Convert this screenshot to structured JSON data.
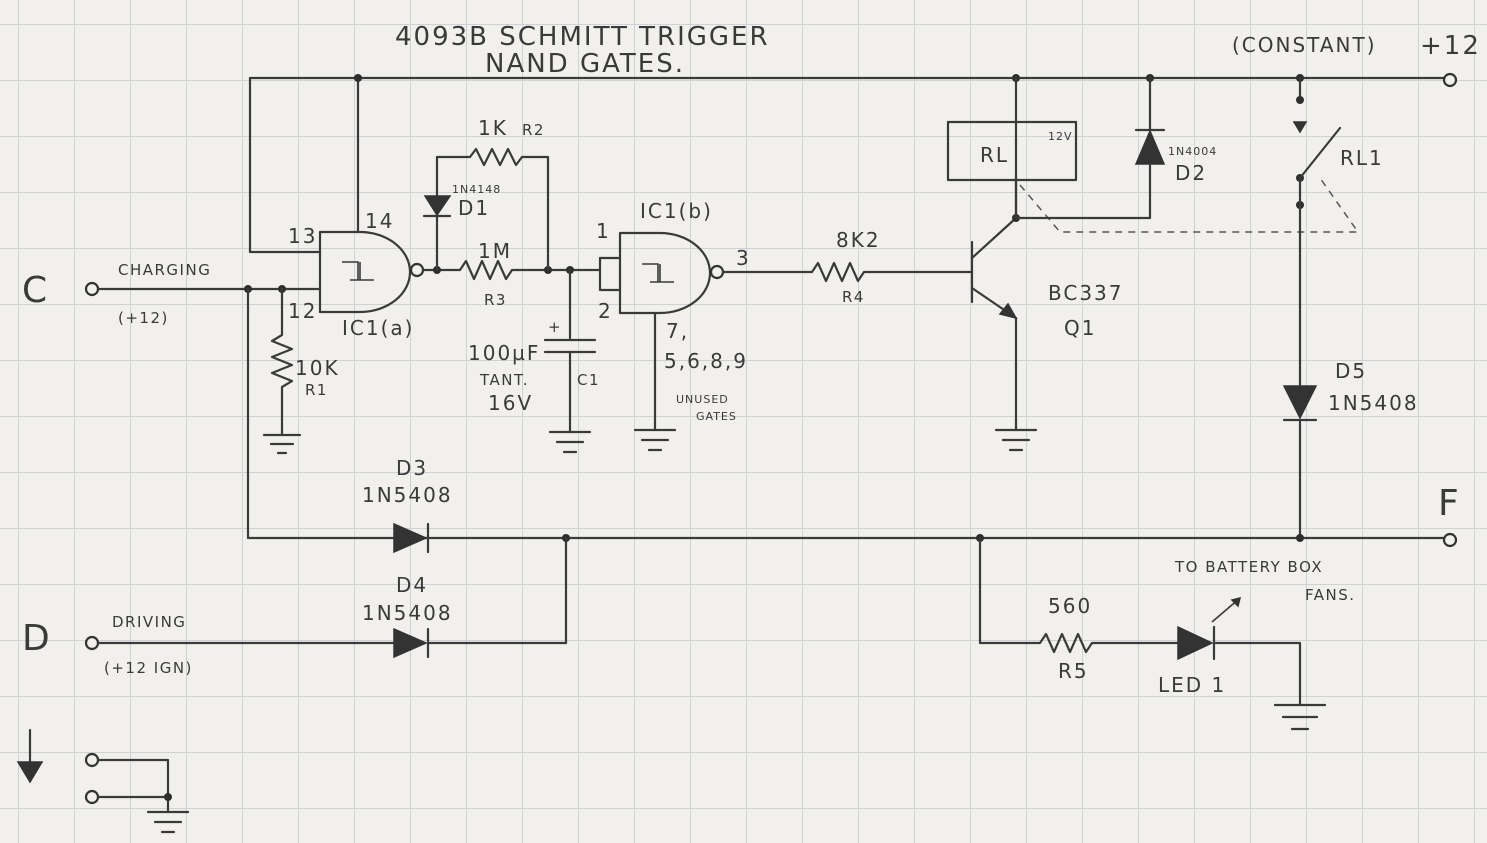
{
  "title": {
    "line1": "4093B SCHMITT TRIGGER",
    "line2": "NAND GATES."
  },
  "power": {
    "supply": "+12",
    "constant_note": "(CONSTANT)"
  },
  "inputs": {
    "c": {
      "letter": "C",
      "label": "CHARGING",
      "note": "(+12)"
    },
    "d": {
      "letter": "D",
      "label": "DRIVING",
      "note": "(+12 IGN)"
    }
  },
  "output": {
    "letter": "F",
    "note_line1": "TO BATTERY BOX",
    "note_line2": "FANS."
  },
  "ic1a": {
    "name": "IC1(a)",
    "pin13": "13",
    "pin12": "12",
    "pin14": "14",
    "symbol": "⊐"
  },
  "ic1b": {
    "name": "IC1(b)",
    "pin1": "1",
    "pin2": "2",
    "pin3": "3",
    "pin7": "7,",
    "unused_pins": "5,6,8,9",
    "unused_line1": "UNUSED",
    "unused_line2": "GATES",
    "symbol": "⊐"
  },
  "r1": {
    "value": "10K",
    "ref": "R1"
  },
  "r2": {
    "value": "1K",
    "ref": "R2"
  },
  "r3": {
    "value": "1M",
    "ref": "R3"
  },
  "r4": {
    "value": "8K2",
    "ref": "R4"
  },
  "r5": {
    "value": "560",
    "ref": "R5"
  },
  "c1": {
    "value": "100µF",
    "type": "TANT.",
    "voltage": "16V",
    "ref": "C1",
    "plus": "+"
  },
  "d1": {
    "part": "1N4148",
    "ref": "D1"
  },
  "d2": {
    "part": "1N4004",
    "ref": "D2"
  },
  "d3": {
    "ref": "D3",
    "part": "1N5408"
  },
  "d4": {
    "ref": "D4",
    "part": "1N5408"
  },
  "d5": {
    "ref": "D5",
    "part": "1N5408"
  },
  "q1": {
    "part": "BC337",
    "ref": "Q1"
  },
  "relay": {
    "coil": "RL",
    "coil_voltage": "12V",
    "contact": "RL1"
  },
  "led": {
    "ref": "LED 1"
  }
}
